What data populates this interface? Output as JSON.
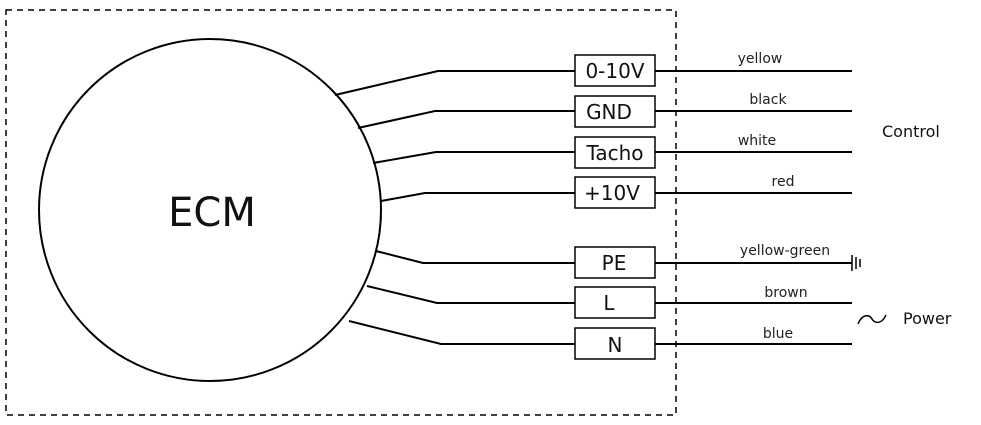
{
  "motor": {
    "label": "ECM"
  },
  "groups": {
    "control": "Control",
    "power": "Power"
  },
  "terminals": [
    {
      "label": "0-10V",
      "wire_color": "yellow"
    },
    {
      "label": "GND",
      "wire_color": "black"
    },
    {
      "label": "Tacho",
      "wire_color": "white"
    },
    {
      "label": "+10V",
      "wire_color": "red"
    },
    {
      "label": "PE",
      "wire_color": "yellow-green"
    },
    {
      "label": "L",
      "wire_color": "brown"
    },
    {
      "label": "N",
      "wire_color": "blue"
    }
  ],
  "icons": {
    "ground": "ground-icon",
    "ac": "ac-wave-icon"
  }
}
